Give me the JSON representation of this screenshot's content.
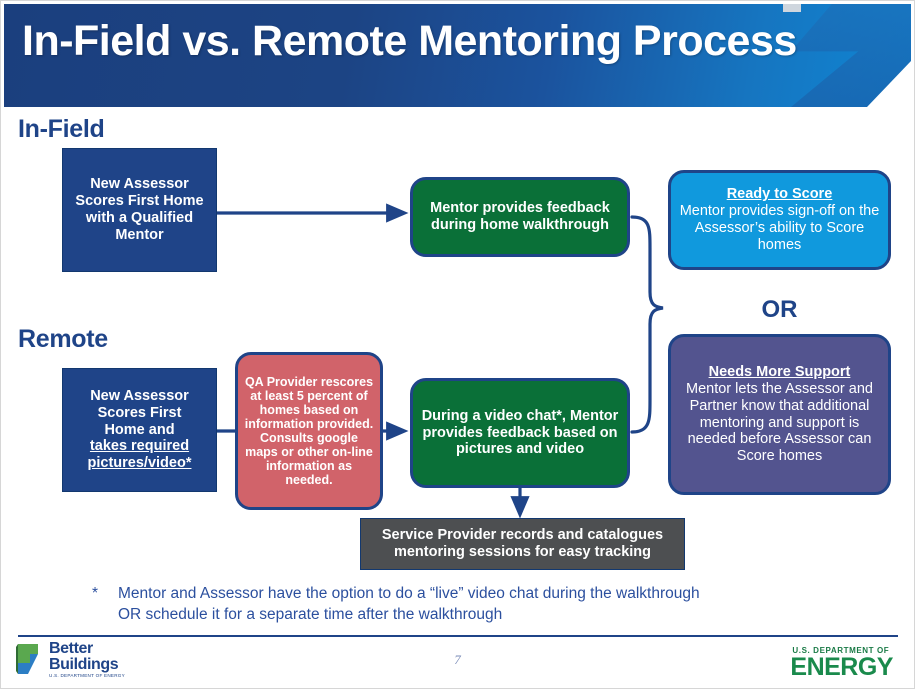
{
  "slide": {
    "title": "In-Field vs. Remote Mentoring Process",
    "page_number": "7"
  },
  "sections": {
    "in_field_label": "In-Field",
    "remote_label": "Remote",
    "or_label": "OR"
  },
  "boxes": {
    "infield_start": {
      "text": "New Assessor Scores First Home with a Qualified Mentor",
      "color": "#1f4488"
    },
    "infield_mentor": {
      "text": "Mentor provides feedback during home walkthrough",
      "color": "#0a7038"
    },
    "ready_to_score": {
      "heading": "Ready to Score",
      "text": "Mentor provides sign-off on the Assessor’s ability to Score homes",
      "color": "#1099dd"
    },
    "needs_more_support": {
      "heading": "Needs More Support",
      "text": "Mentor lets the Assessor and Partner know that additional mentoring and support is needed before Assessor can Score homes",
      "color": "#53548f"
    },
    "remote_start": {
      "line1": "New Assessor",
      "line2": "Scores First",
      "line3": "Home and",
      "underlined": "takes required pictures/video*",
      "color": "#1f4488"
    },
    "qa_provider": {
      "text": "QA Provider rescores at least 5 percent of homes based on information provided. Consults google maps or other on-line information as needed.",
      "color": "#d1636a"
    },
    "video_chat": {
      "text": "During a video chat*, Mentor provides feedback based on pictures and video",
      "color": "#0a7038"
    },
    "service_provider": {
      "text": "Service Provider records and catalogues mentoring sessions for easy tracking",
      "color": "#4d4f51"
    }
  },
  "footnote": {
    "marker": "*",
    "text": "Mentor and Assessor have the option to do a “live” video chat during the walkthrough OR schedule it for a separate time after the walkthrough"
  },
  "footer": {
    "better_buildings_line1": "Better",
    "better_buildings_line2": "Buildings",
    "better_buildings_sub": "U.S. DEPARTMENT OF ENERGY",
    "doe_top": "U.S. DEPARTMENT OF",
    "doe_main": "ENERGY"
  },
  "colors": {
    "header_dark": "#1b3f7e",
    "header_light": "#0f86d4",
    "accent_blue": "#1f4488",
    "green": "#0a7038",
    "cyan": "#1099dd",
    "purple": "#53548f",
    "salmon": "#d1636a",
    "grey": "#4d4f51",
    "footnote_blue": "#2b4f9e"
  }
}
